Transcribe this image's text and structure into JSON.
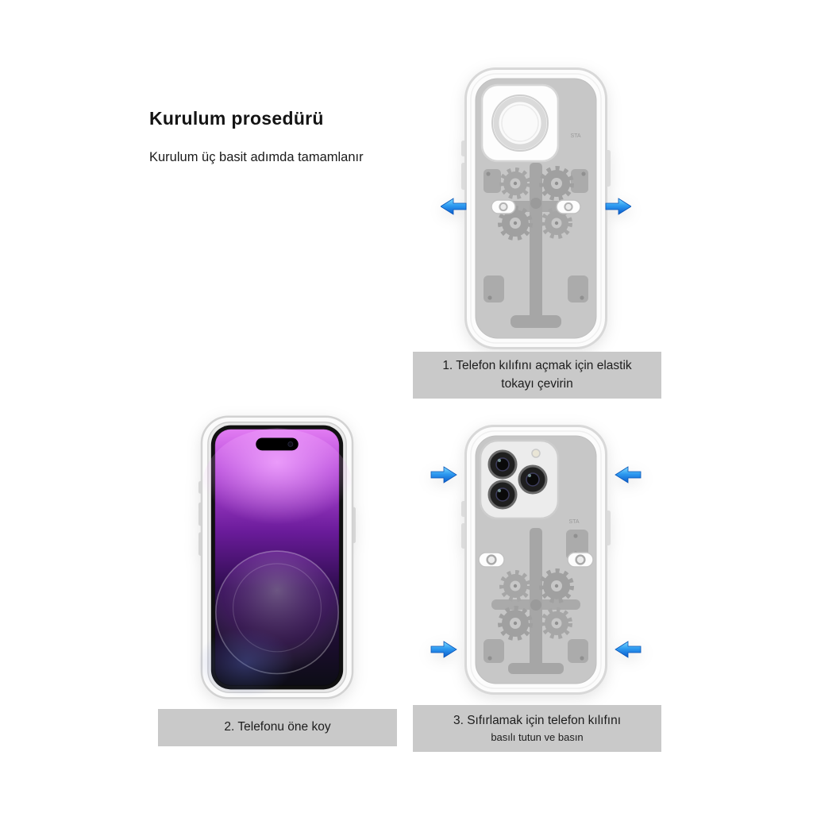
{
  "page": {
    "title": "Kurulum prosedürü",
    "subtitle": "Kurulum üç basit adımda tamamlanır"
  },
  "steps": {
    "step1": {
      "caption_line1": "1. Telefon kılıfını açmak için elastik",
      "caption_line2": "tokayı çevirin"
    },
    "step2": {
      "caption": "2. Telefonu öne koy"
    },
    "step3": {
      "caption_line1": "3. Sıfırlamak için telefon kılıfını",
      "caption_line2": "basılı tutun ve basın"
    }
  },
  "illustrations": {
    "case_marking": "STA"
  },
  "icons": {
    "step1_arrows": "outward-horizontal-arrows",
    "step3_arrows": "inward-horizontal-arrows"
  },
  "colors": {
    "background": "#ffffff",
    "caption_bg": "#c9c9c9",
    "text": "#1d1d1d",
    "arrow_light": "#6fd4ff",
    "arrow_dark": "#0c64d8",
    "case_plate": "#c7c7c7",
    "mechanism": "#a6a6a6"
  }
}
